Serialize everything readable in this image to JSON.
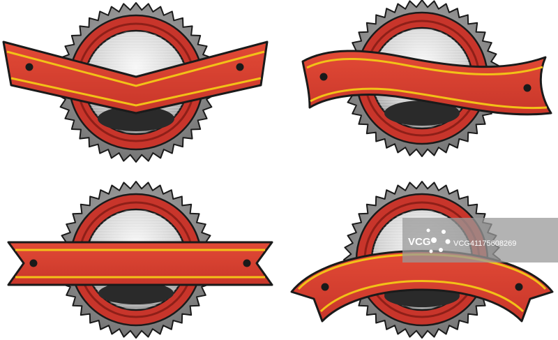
{
  "watermark": {
    "logo_text": "VCG",
    "id_text": "VCG41175608269"
  },
  "badges": [
    {
      "ribbon_style": "chevron"
    },
    {
      "ribbon_style": "wavy"
    },
    {
      "ribbon_style": "straight"
    },
    {
      "ribbon_style": "arched"
    }
  ],
  "colors": {
    "background": "#ffffff",
    "ribbon": "#d6402f",
    "ribbon_stripe": "#f2c118",
    "outline": "#1a1a1a",
    "seal_gear": "#8c8c8c",
    "seal_ring": "#c8352b",
    "medallion": "#d9d9d9",
    "watermark": "#9a9a9a"
  }
}
